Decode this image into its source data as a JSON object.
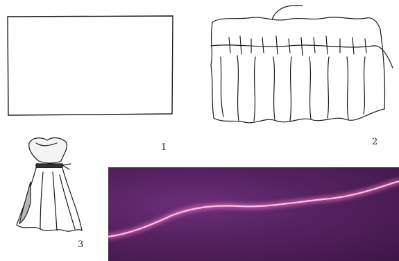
{
  "figures": [
    {
      "label": "1",
      "icon": "flat-fabric-rectangle-icon"
    },
    {
      "label": "2",
      "icon": "gathered-fabric-strip-icon"
    },
    {
      "label": "3",
      "icon": "tied-fabric-pouch-icon"
    }
  ],
  "photo": {
    "icon": "glowing-thread-photo"
  },
  "colors": {
    "ink": "#1a1a1a",
    "photo_bg": "#55215f",
    "thread": "#ff9bd6"
  }
}
